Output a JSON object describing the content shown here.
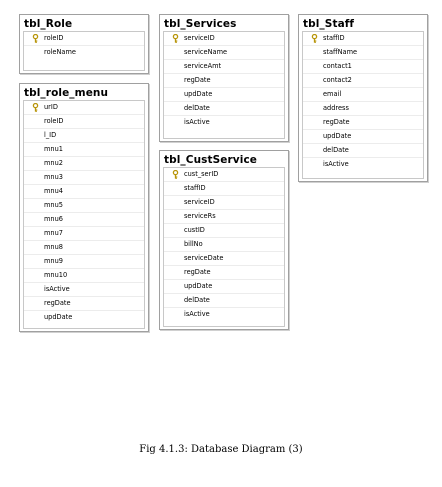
{
  "tables": [
    {
      "id": "role",
      "name": "tbl_Role",
      "columns": [
        {
          "name": "roleID",
          "pk": true
        },
        {
          "name": "roleName",
          "pk": false
        }
      ]
    },
    {
      "id": "role_menu",
      "name": "tbl_role_menu",
      "columns": [
        {
          "name": "urID",
          "pk": true
        },
        {
          "name": "roleID",
          "pk": false
        },
        {
          "name": "l_ID",
          "pk": false
        },
        {
          "name": "mnu1",
          "pk": false
        },
        {
          "name": "mnu2",
          "pk": false
        },
        {
          "name": "mnu3",
          "pk": false
        },
        {
          "name": "mnu4",
          "pk": false
        },
        {
          "name": "mnu5",
          "pk": false
        },
        {
          "name": "mnu6",
          "pk": false
        },
        {
          "name": "mnu7",
          "pk": false
        },
        {
          "name": "mnu8",
          "pk": false
        },
        {
          "name": "mnu9",
          "pk": false
        },
        {
          "name": "mnu10",
          "pk": false
        },
        {
          "name": "isActive",
          "pk": false
        },
        {
          "name": "regDate",
          "pk": false
        },
        {
          "name": "updDate",
          "pk": false
        }
      ]
    },
    {
      "id": "services",
      "name": "tbl_Services",
      "columns": [
        {
          "name": "serviceID",
          "pk": true
        },
        {
          "name": "serviceName",
          "pk": false
        },
        {
          "name": "serviceAmt",
          "pk": false
        },
        {
          "name": "regDate",
          "pk": false
        },
        {
          "name": "updDate",
          "pk": false
        },
        {
          "name": "delDate",
          "pk": false
        },
        {
          "name": "isActive",
          "pk": false
        }
      ]
    },
    {
      "id": "custservice",
      "name": "tbl_CustService",
      "columns": [
        {
          "name": "cust_serID",
          "pk": true
        },
        {
          "name": "staffID",
          "pk": false
        },
        {
          "name": "serviceID",
          "pk": false
        },
        {
          "name": "serviceRs",
          "pk": false
        },
        {
          "name": "custID",
          "pk": false
        },
        {
          "name": "billNo",
          "pk": false
        },
        {
          "name": "serviceDate",
          "pk": false
        },
        {
          "name": "regDate",
          "pk": false
        },
        {
          "name": "updDate",
          "pk": false
        },
        {
          "name": "delDate",
          "pk": false
        },
        {
          "name": "isActive",
          "pk": false
        }
      ]
    },
    {
      "id": "staff",
      "name": "tbl_Staff",
      "columns": [
        {
          "name": "staffID",
          "pk": true
        },
        {
          "name": "staffName",
          "pk": false
        },
        {
          "name": "contact1",
          "pk": false
        },
        {
          "name": "contact2",
          "pk": false
        },
        {
          "name": "email",
          "pk": false
        },
        {
          "name": "address",
          "pk": false
        },
        {
          "name": "regDate",
          "pk": false
        },
        {
          "name": "updDate",
          "pk": false
        },
        {
          "name": "delDate",
          "pk": false
        },
        {
          "name": "isActive",
          "pk": false
        }
      ]
    }
  ],
  "caption": "Fig 4.1.3: Database Diagram (3)"
}
